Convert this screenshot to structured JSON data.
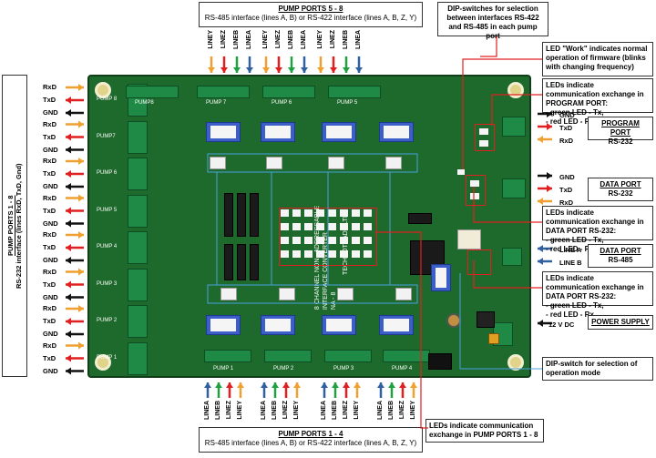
{
  "top_title": "PUMP PORTS 5 - 8",
  "top_subtitle": "RS-485 interface (lines A, B) or RS-422 interface (lines A, B, Z, Y)",
  "bottom_title": "PUMP PORTS 1 - 4",
  "bottom_subtitle": "RS-485 interface (lines A, B) or RS-422 interface (lines A, B, Z, Y)",
  "left_title": "PUMP PORTS 1 - 8",
  "left_subtitle": "RS-232 interface (lines RxD, TxD, Gnd)",
  "top_lines": [
    "LINEY",
    "LINEZ",
    "LINEB",
    "LINEA",
    "LINEY",
    "LINEZ",
    "LINEB",
    "LINEA",
    "LINEY",
    "LINEZ",
    "LINEB",
    "LINEA"
  ],
  "bottom_lines": [
    "LINEA",
    "LINEB",
    "LINEZ",
    "LINEY",
    "LINEA",
    "LINEB",
    "LINEZ",
    "LINEY",
    "LINEA",
    "LINEB",
    "LINEZ",
    "LINEY",
    "LINEA",
    "LINEB",
    "LINEZ",
    "LINEY"
  ],
  "left_lines": [
    "RxD",
    "TxD",
    "GND",
    "RxD",
    "TxD",
    "GND",
    "RxD",
    "TxD",
    "GND",
    "RxD",
    "TxD",
    "GND",
    "RxD",
    "TxD",
    "GND",
    "RxD",
    "TxD",
    "GND",
    "RxD",
    "TxD",
    "GND",
    "RxD",
    "TxD",
    "GND"
  ],
  "callouts": {
    "dip_select": "DIP-switches for selection between interfaces RS-422 and RS-485 in each pump port",
    "led_work": "LED \"Work\" indicates normal operation of firmware (blinks with changing frequency)",
    "led_program": "LEDs indicate communication exchange in PROGRAM PORT:\n- green LED - Tx,\n- red LED - Rx",
    "led_data232": "LEDs indicate communication exchange in DATA PORT RS-232:\n- green LED - Tx,\n- red LED - Rx",
    "led_data485": "LEDs indicate communication exchange in DATA PORT RS-232:\n- green LED - Tx,\n- red LED - Rx",
    "dip_mode": "DIP-switch for selection of operation mode",
    "led_pump": "LEDs indicate communication exchange in PUMP PORTS 1 - 8"
  },
  "ports": {
    "program_title": "PROGRAM PORT",
    "program_sub": "RS-232",
    "data232_title": "DATA PORT",
    "data232_sub": "RS-232",
    "data485_title": "DATA PORT",
    "data485_sub": "RS-485",
    "power_title": "POWER SUPPLY"
  },
  "right_labels": {
    "prog": [
      "GND",
      "TxD",
      "RxD"
    ],
    "data": [
      "GND",
      "TxD",
      "RxD"
    ],
    "rs485": [
      "LINE A",
      "LINE B"
    ],
    "power": "12 V DC"
  },
  "board_text": {
    "pump_top": [
      "PUMP8",
      "PUMP 7",
      "PUMP 6",
      "PUMP 5"
    ],
    "pump_bottom": [
      "PUMP 1",
      "PUMP 2",
      "PUMP 3",
      "PUMP 4"
    ],
    "pump_left": [
      "PUMP 8",
      "PUMP7",
      "PUMP 6",
      "PUMP 5",
      "PUMP 4",
      "PUMP 3",
      "PUMP 2",
      "PUMP 1"
    ],
    "title_lines": [
      "8 CHANNEL NON - ADDRESSABLE",
      "INTERFACE CONVERTER",
      "NA - 8"
    ],
    "maker": "TECHNOTRADE LTD"
  },
  "colors": {
    "orange": "#f0a030",
    "red": "#e02020",
    "green": "#20a040",
    "blue": "#3060a0",
    "black": "#111111",
    "line_y": "#f0a030",
    "line_z": "#e02020",
    "line_b": "#20a040",
    "line_a": "#3060a0"
  }
}
